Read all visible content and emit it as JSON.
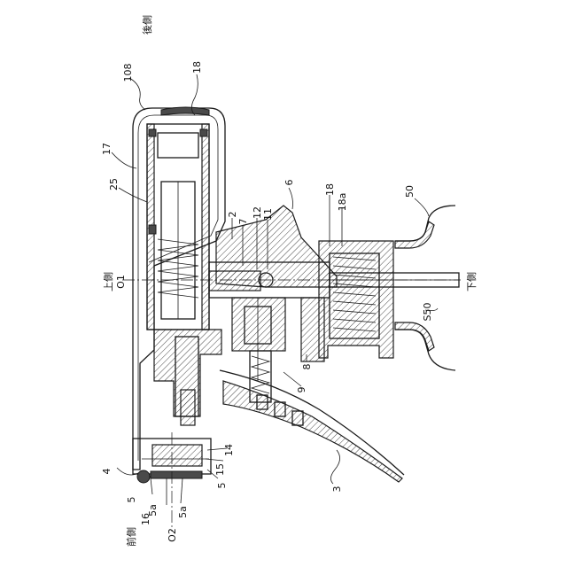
{
  "figure": {
    "labels": {
      "rear_side": "後側",
      "front_side": "前側",
      "upper_side": "上側",
      "lower_side": "下側",
      "axis_o1": "O1",
      "axis_o2": "O2",
      "ref_108": "108",
      "ref_18": "18",
      "ref_17": "17",
      "ref_25": "25",
      "ref_2": "2",
      "ref_7": "7",
      "ref_12": "12",
      "ref_11": "11",
      "ref_6": "6",
      "ref_18a": "18a",
      "ref_50": "50",
      "ref_s50": "S50",
      "ref_8": "8",
      "ref_9": "9",
      "ref_3": "3",
      "ref_4": "4",
      "ref_5_left": "5",
      "ref_5a_left": "5a",
      "ref_16": "16",
      "ref_5a_right": "5a",
      "ref_15": "15",
      "ref_14": "14",
      "ref_5_right": "5"
    }
  }
}
